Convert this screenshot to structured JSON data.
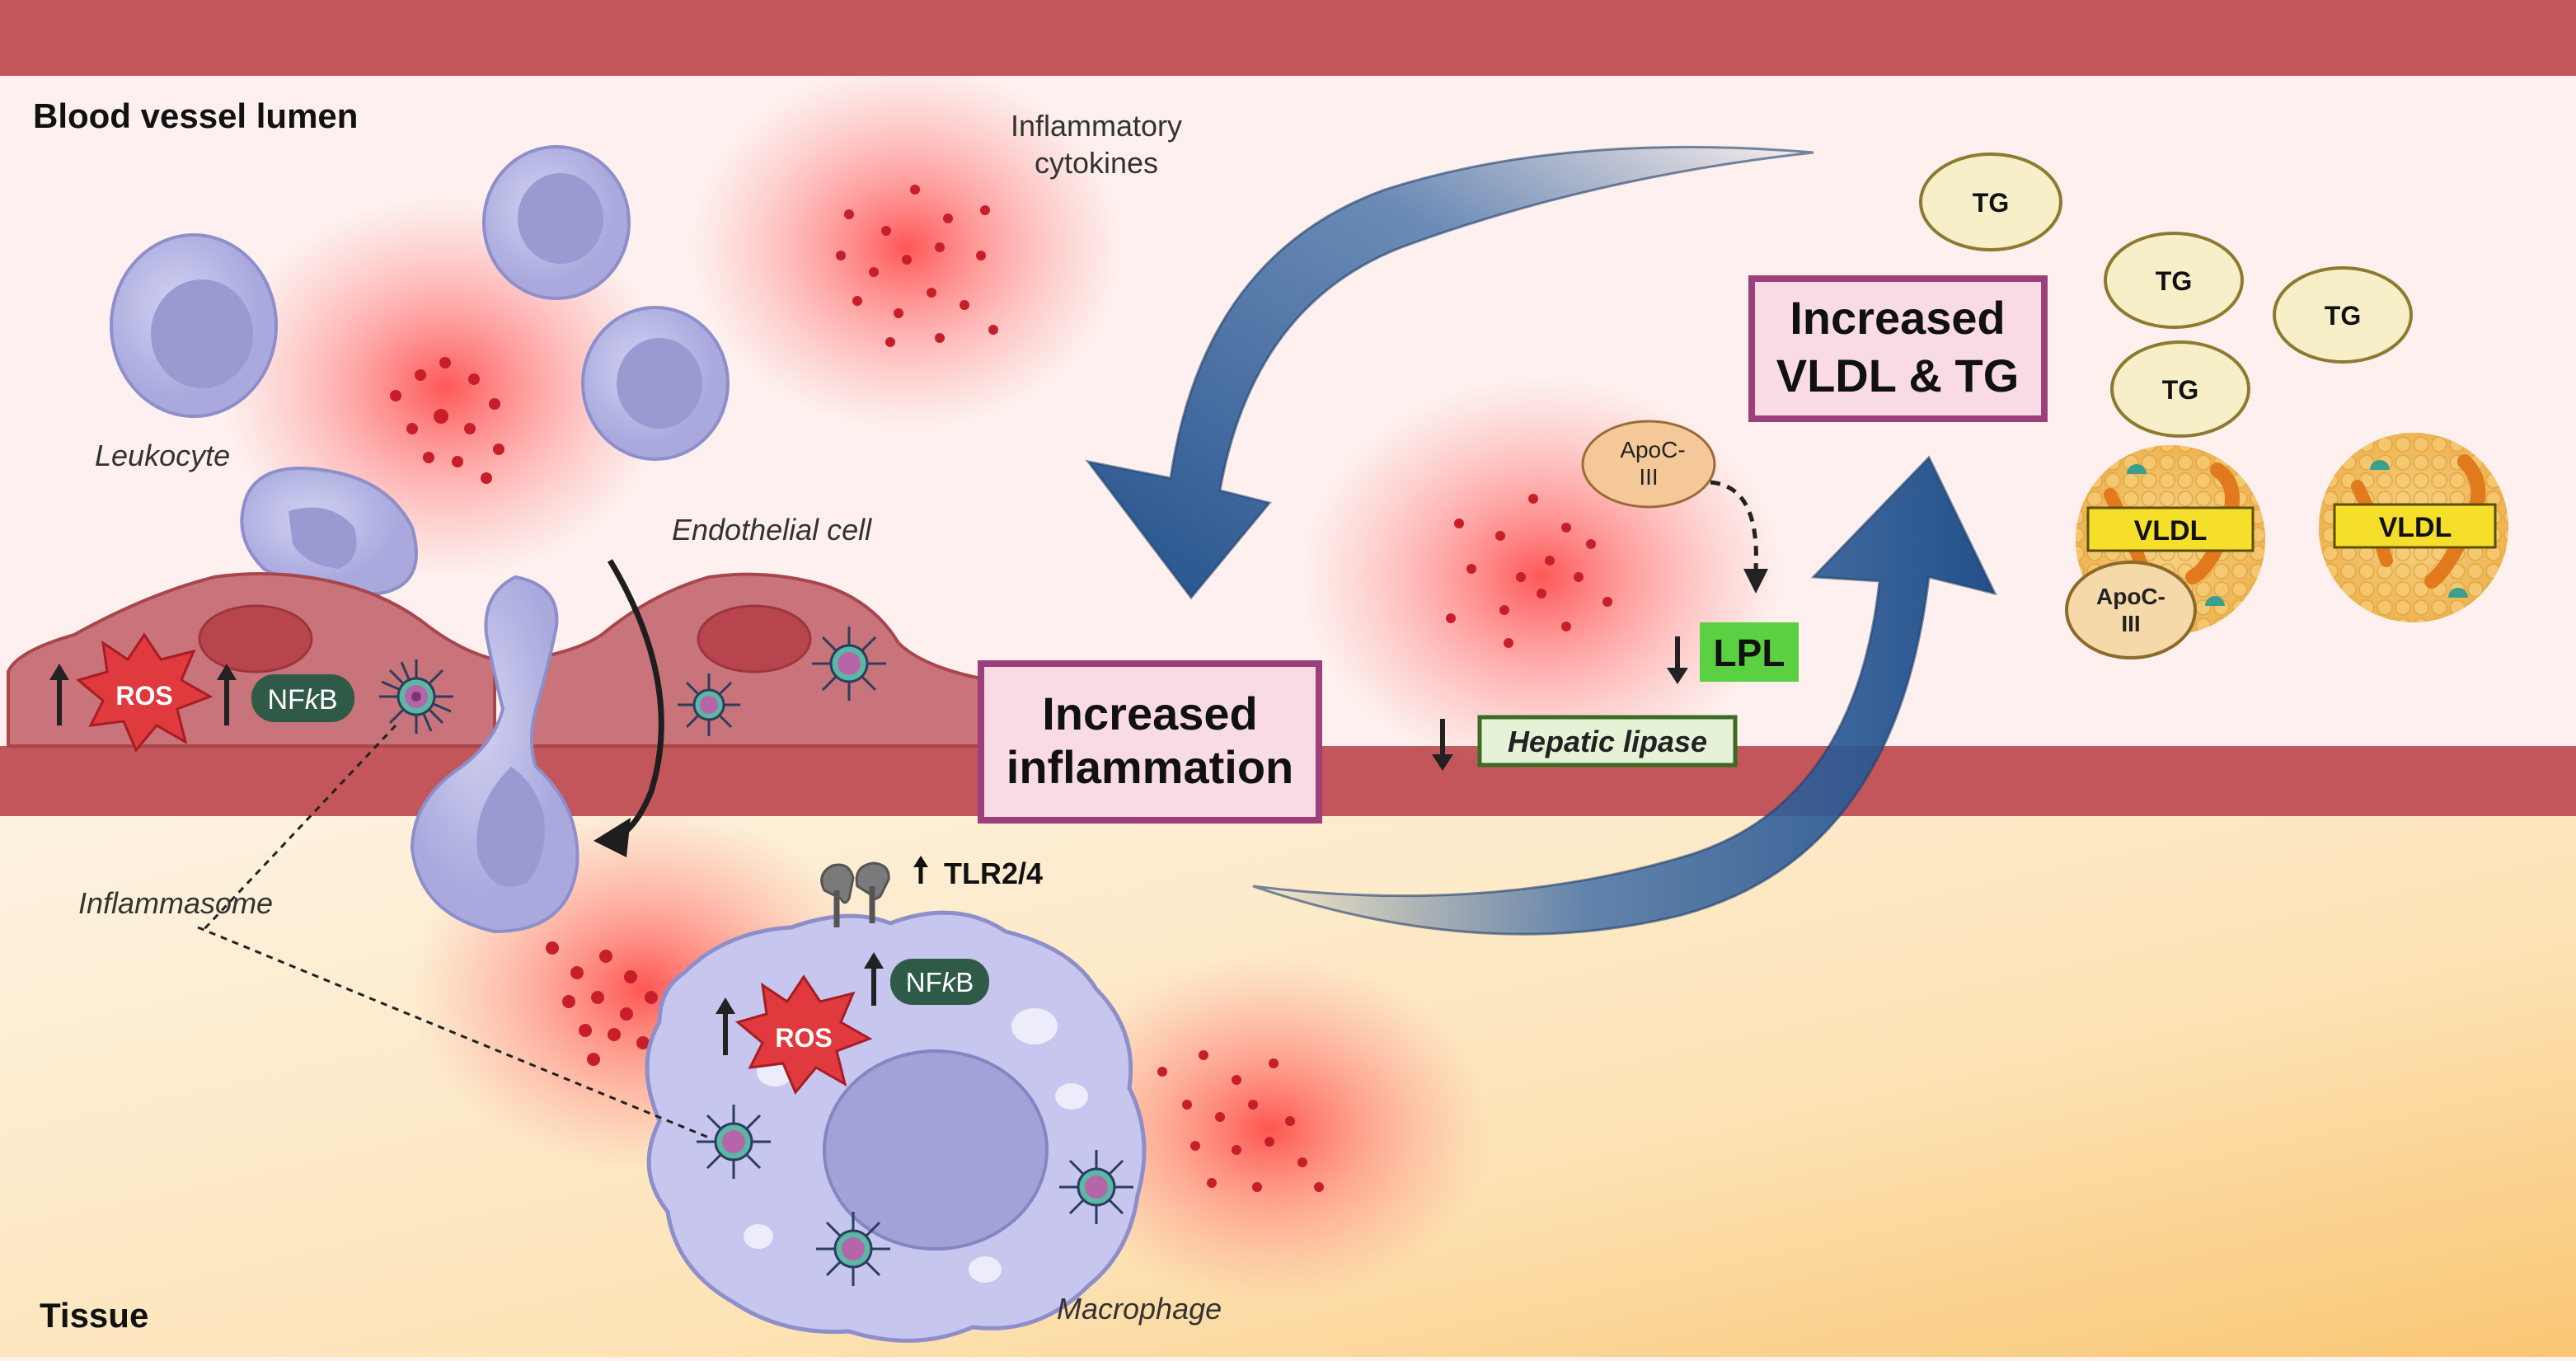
{
  "regions": {
    "lumen_label": "Blood vessel lumen",
    "tissue_label": "Tissue"
  },
  "labels": {
    "cytokines_line1": "Inflammatory",
    "cytokines_line2": "cytokines",
    "leukocyte": "Leukocyte",
    "endothelial": "Endothelial  cell",
    "inflammasome": "Inflammasome",
    "macrophage": "Macrophage",
    "tlr": "TLR2/4",
    "ros_endo": "ROS",
    "nfkb_endo_prefix": "NF",
    "nfkb_endo_k": "k",
    "nfkb_endo_suffix": "B",
    "ros_macro": "ROS",
    "nfkb_macro_prefix": "NF",
    "nfkb_macro_k": "k",
    "nfkb_macro_suffix": "B"
  },
  "boxes": {
    "inflammation_line1": "Increased",
    "inflammation_line2": "inflammation",
    "vldl_line1": "Increased",
    "vldl_line2": "VLDL & TG"
  },
  "lipid": {
    "apoc_line1": "ApoC-",
    "apoc_line2": "III",
    "lpl": "LPL",
    "hepatic_lipase": "Hepatic lipase",
    "tg": "TG",
    "vldl": "VLDL",
    "apoc_particle_line1": "ApoC-",
    "apoc_particle_line2": "III"
  },
  "colors": {
    "vessel_wall": "#c2565a",
    "endothelium": "#c8747a",
    "cell_lilac": "#b3b3e2",
    "arrow_blue": "#2c5a92",
    "box_border": "#9c3f7a",
    "box_fill": "#f9dbe6",
    "lpl_green": "#5bd042",
    "vldl_yellow": "#f6df2a",
    "tg_fill": "#f7efc8"
  }
}
